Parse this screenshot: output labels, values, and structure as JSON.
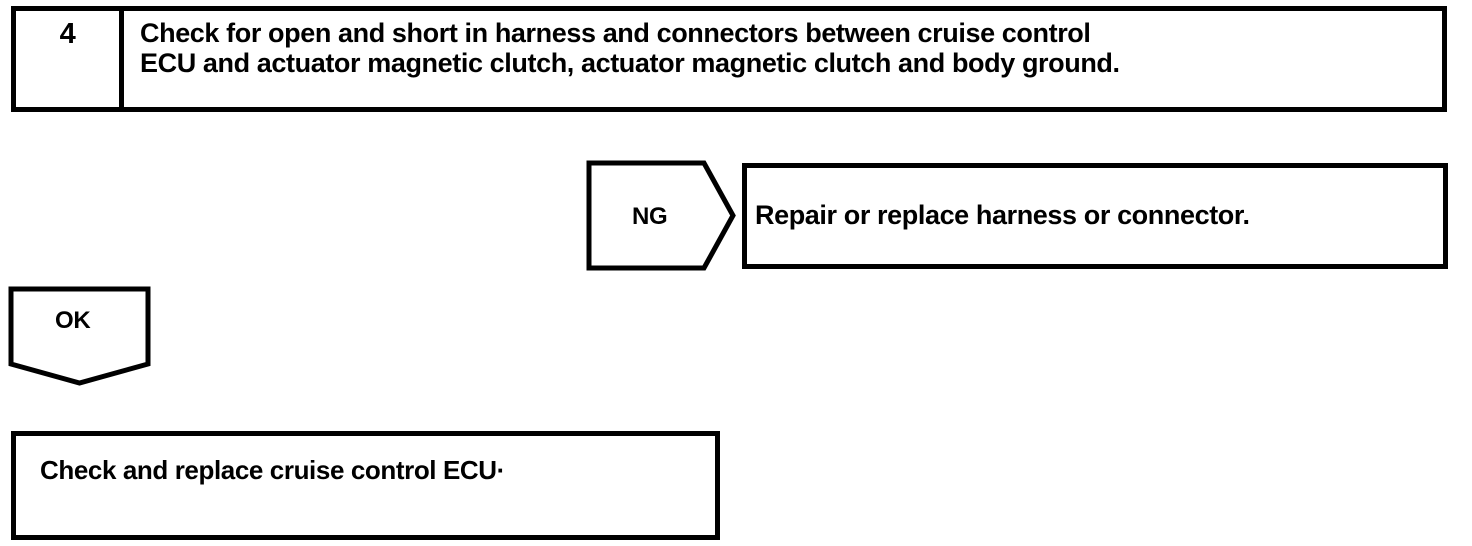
{
  "diagram": {
    "title": "Cruise control diagnostic step 4 flowchart",
    "line_color": "#000000",
    "background_color": "#ffffff",
    "step": {
      "number": "4",
      "instruction_line_1": "Check for open and short in harness and connectors between cruise control",
      "instruction_line_2": "ECU and actuator magnetic clutch, actuator magnetic clutch and body ground."
    },
    "branches": [
      {
        "label": "NG",
        "direction": "right",
        "target_text": "Repair or replace harness or connector."
      },
      {
        "label": "OK",
        "direction": "down",
        "target_text": "Check and replace cruise control ECU."
      }
    ],
    "ng_label": "NG",
    "ng_result": "Repair or replace harness or connector.",
    "ok_label": "OK",
    "ok_result": "Check and replace cruise control ECU·"
  }
}
